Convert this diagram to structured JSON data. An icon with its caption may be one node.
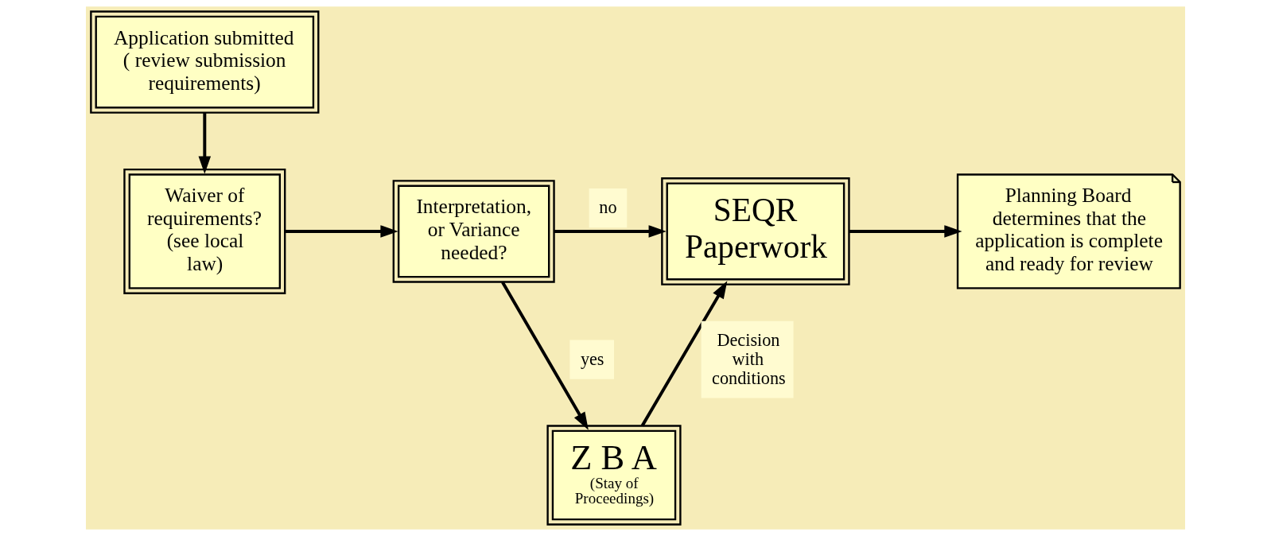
{
  "diagram": {
    "nodes": [
      {
        "text": [
          "Application submitted ( review submission requirements)"
        ]
      },
      {
        "text": [
          "Waiver of requirements? (see local law)"
        ]
      },
      {
        "text": [
          "Interpretation, or Variance needed?"
        ]
      },
      {
        "text": [
          "SEQR Paperwork"
        ]
      },
      {
        "text": [
          "Planning Board determines that the application is complete and ready for review"
        ]
      },
      {
        "text": [
          "Z B A",
          "(Stay of Proceedings)"
        ]
      }
    ],
    "edges": [
      {
        "from": 0,
        "to": 1,
        "arrow": "to"
      },
      {
        "from": 1,
        "to": 2,
        "arrow": "to"
      },
      {
        "from": 2,
        "to": 3,
        "arrow": "to",
        "label": "no"
      },
      {
        "from": 3,
        "to": 4,
        "arrow": "to"
      },
      {
        "from": 2,
        "to": 5,
        "arrow": "to",
        "label": "yes"
      },
      {
        "from": 5,
        "to": 3,
        "arrow": "to",
        "label": "Decision with conditions"
      }
    ]
  }
}
